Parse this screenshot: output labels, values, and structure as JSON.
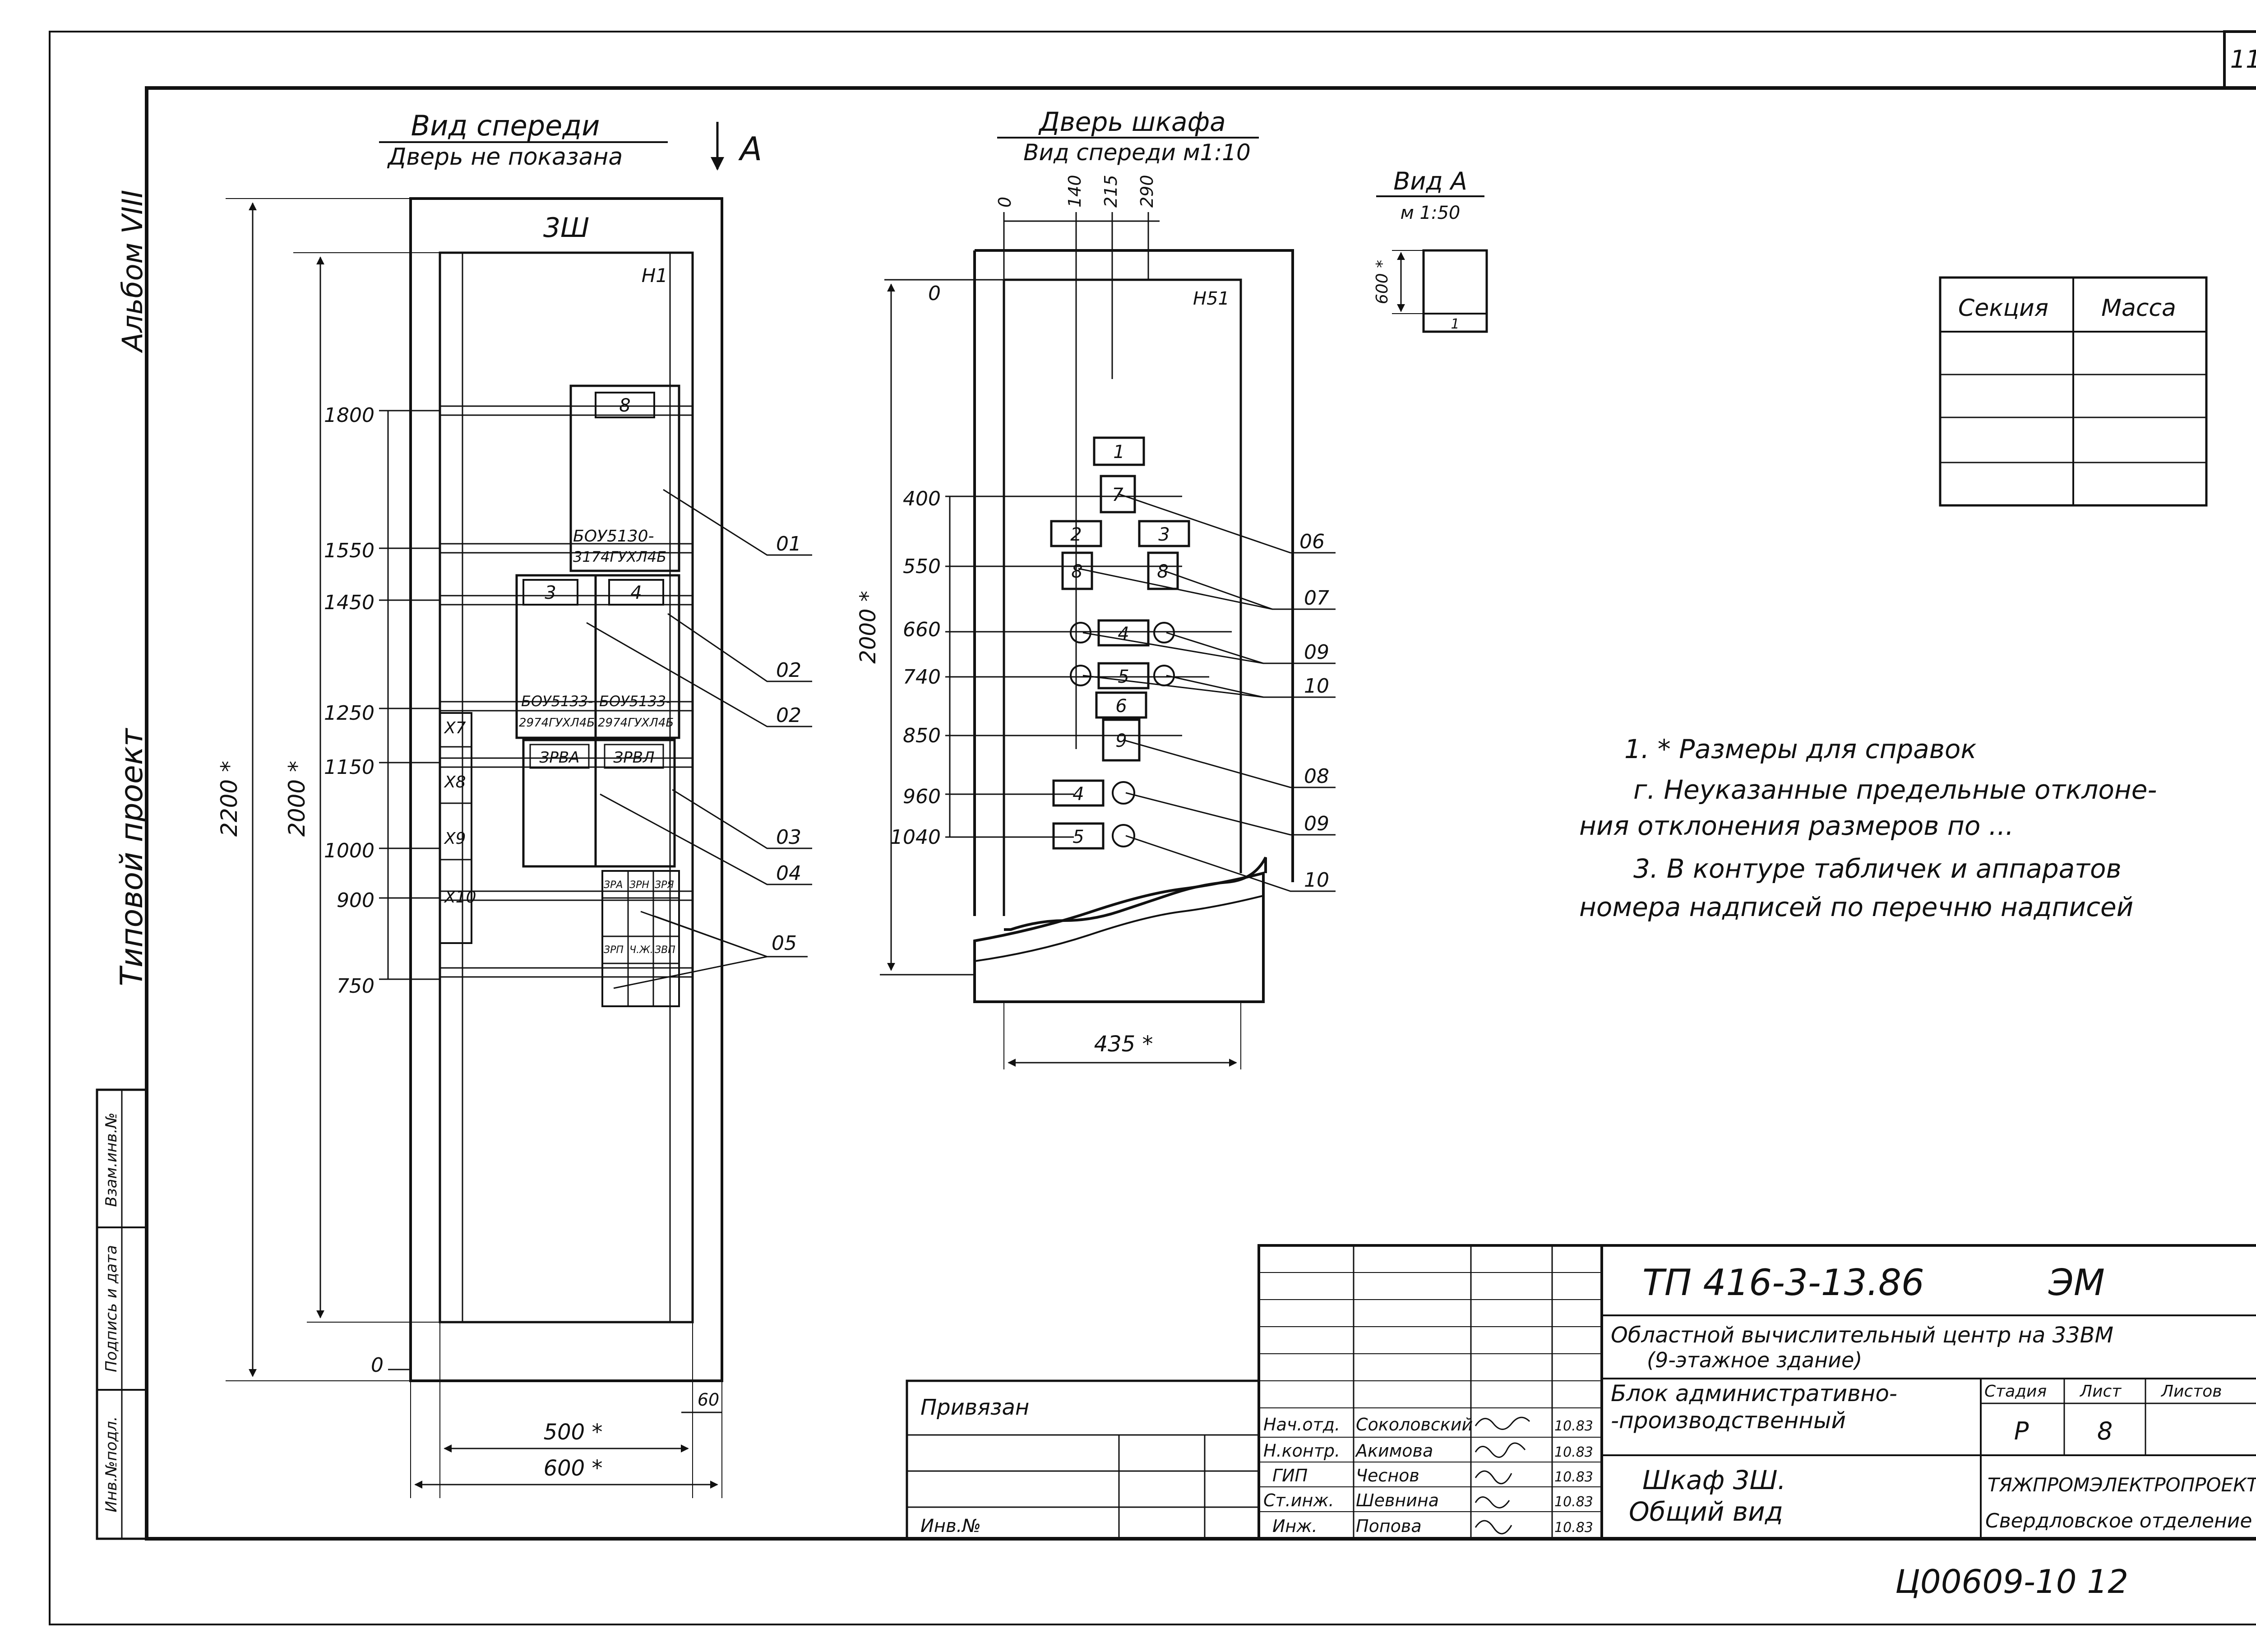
{
  "sheet_number": "11",
  "side_labels": {
    "album": "Альбом VIII",
    "project_type": "Типовой проект",
    "stamp_cells": [
      "Инв.№подл.",
      "Подпись и дата",
      "Взам.инв.№"
    ]
  },
  "front_view": {
    "title": "Вид спереди",
    "subtitle": "Дверь не показана",
    "arrow_label": "А",
    "cabinet_label": "3Ш",
    "panel_label": "Н1",
    "levels": [
      "1800",
      "1550",
      "1450",
      "1250",
      "1150",
      "1000",
      "900",
      "750",
      "0"
    ],
    "dims": {
      "height_total": "2200 *",
      "height_inner": "2000 *",
      "width_inner": "500 *",
      "width_total": "600 *",
      "offset": "60"
    },
    "terminals": [
      "X7",
      "X8",
      "X9",
      "X10"
    ],
    "blocks": {
      "top_num": "8",
      "top_text_1": "БОУ5130-",
      "top_text_2": "3174ГУХЛ4Б",
      "mid_left_num": "3",
      "mid_right_num": "4",
      "mid_left_text_1": "БОУ5133-",
      "mid_left_text_2": "2974ГУХЛ4Б",
      "mid_right_text_1": "БОУ5133-",
      "mid_right_text_2": "2974ГУХЛ4Б",
      "relay_left": "ЗРВА",
      "relay_right": "ЗРВЛ",
      "small_top": [
        "ЗРА",
        "ЗРН",
        "ЗРЯ"
      ],
      "small_bottom": [
        "ЗРП",
        "Ч.Ж.",
        "ЗВП"
      ]
    },
    "leaders": [
      "01",
      "02",
      "02",
      "03",
      "04",
      "05"
    ]
  },
  "door_view": {
    "title": "Дверь шкафа",
    "subtitle": "Вид спереди м1:10",
    "panel_label": "Н51",
    "top_dims": [
      "0",
      "140",
      "215",
      "290"
    ],
    "levels": [
      "0",
      "400",
      "550",
      "660",
      "740",
      "850",
      "960",
      "1040"
    ],
    "height_dim": "2000 *",
    "width_dim": "435 *",
    "plates": [
      "1",
      "7",
      "2",
      "3",
      "8",
      "8",
      "4",
      "5",
      "6",
      "9",
      "4",
      "5"
    ],
    "leaders": [
      "06",
      "07",
      "09",
      "10",
      "08",
      "09",
      "10"
    ]
  },
  "view_a": {
    "title": "Вид А",
    "scale": "м 1:50",
    "dim": "600 *",
    "item": "1"
  },
  "mass_table": {
    "headers": [
      "Секция",
      "Масса"
    ],
    "rows": [
      [
        "",
        ""
      ],
      [
        "",
        ""
      ],
      [
        "",
        ""
      ],
      [
        "",
        ""
      ]
    ]
  },
  "notes": [
    "1. * Размеры для справок",
    "г. Неуказанные предельные отклоне-",
    "ния отклонения размеров по ...",
    "3. В контуре табличек и аппаратов",
    "номера надписей по перечню надписей"
  ],
  "title_block": {
    "code": "ТП 416-3-13.86",
    "sheet_code": "ЭМ",
    "object_1": "Областной вычислительный центр на 33ВМ",
    "object_2": "(9-этажное здание)",
    "block_1": "Блок административно-",
    "block_2": "-производственный",
    "drawing_1": "Шкаф 3Ш.",
    "drawing_2": "Общий вид",
    "stage_label": "Стадия",
    "sheet_label": "Лист",
    "sheets_label": "Листов",
    "stage": "Р",
    "sheet": "8",
    "org_1": "ТЯЖПРОМЭЛЕКТРОПРОЕКТ",
    "org_2": "Свердловское отделение",
    "privyazan": "Привязан",
    "inv": "Инв.№",
    "staff": [
      {
        "role": "Нач.отд.",
        "name": "Соколовский",
        "date": "10.83"
      },
      {
        "role": "Н.контр.",
        "name": "Акимова",
        "date": "10.83"
      },
      {
        "role": "ГИП",
        "name": "Чеснов",
        "date": "10.83"
      },
      {
        "role": "Ст.инж.",
        "name": "Шевнина",
        "date": "10.83"
      },
      {
        "role": "Инж.",
        "name": "Попова",
        "date": "10.83"
      }
    ],
    "handwritten_number": "Ц00609-10 12"
  }
}
